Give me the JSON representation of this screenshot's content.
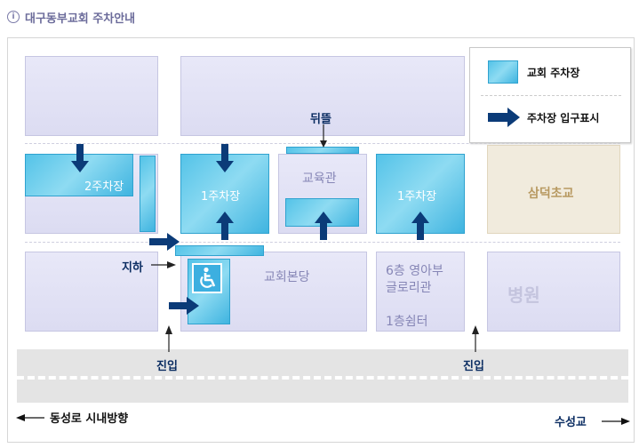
{
  "header": {
    "title": "대구동부교회 주차안내",
    "icon": "info-circle-icon"
  },
  "legend": {
    "lot_label": "교회 주차장",
    "entrance_label": "주차장 입구표시"
  },
  "lots": {
    "lot2": "2주차장",
    "lot1_left": "1주차장",
    "lot1_right": "1주차장"
  },
  "buildings": {
    "education": "교육관",
    "main_church": "교회본당",
    "glory_line1": "6층 영아부",
    "glory_line2": "글로리관",
    "glory_line3": "1층쉼터",
    "school": "삼덕초교",
    "hospital": "병원"
  },
  "labels": {
    "backyard": "뒤뜰",
    "basement": "지하",
    "entrance_left": "진입",
    "entrance_right": "진입",
    "road_left": "동성로 시내방향",
    "road_right": "수성교"
  },
  "colors": {
    "lot": "#54c3e8",
    "arrow": "#0b3b78",
    "building": "#e2e2f5",
    "school": "#f1ebdd",
    "road": "#e4e4e4"
  }
}
